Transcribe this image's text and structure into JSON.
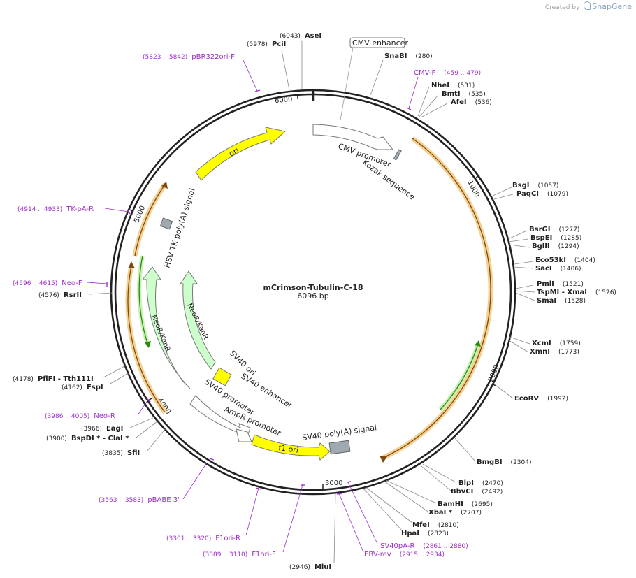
{
  "header": {
    "credit_prefix": "Created by",
    "credit_brand": "SnapGene"
  },
  "plasmid": {
    "name": "mCrimson-Tubulin-C-18",
    "size_label": "6096 bp"
  },
  "ticks": [
    "1000",
    "2000",
    "3000",
    "4000",
    "5000",
    "6000"
  ],
  "sites": [
    {
      "name": "AseI",
      "pos": "6043"
    },
    {
      "name": "PciI",
      "pos": "5978"
    },
    {
      "name": "SnaBI",
      "pos": "280"
    },
    {
      "name": "NheI",
      "pos": "531"
    },
    {
      "name": "BmtI",
      "pos": "535"
    },
    {
      "name": "AfeI",
      "pos": "536"
    },
    {
      "name": "BsgI",
      "pos": "1057"
    },
    {
      "name": "PaqCI",
      "pos": "1079"
    },
    {
      "name": "BsrGI",
      "pos": "1277"
    },
    {
      "name": "BspEI",
      "pos": "1285"
    },
    {
      "name": "BglII",
      "pos": "1294"
    },
    {
      "name": "Eco53kI",
      "pos": "1404"
    },
    {
      "name": "SacI",
      "pos": "1406"
    },
    {
      "name": "PmlI",
      "pos": "1521"
    },
    {
      "name": "TspMI - XmaI",
      "pos": "1526"
    },
    {
      "name": "SmaI",
      "pos": "1528"
    },
    {
      "name": "XcmI",
      "pos": "1759"
    },
    {
      "name": "XmnI",
      "pos": "1773"
    },
    {
      "name": "EcoRV",
      "pos": "1992"
    },
    {
      "name": "BmgBI",
      "pos": "2304"
    },
    {
      "name": "BlpI",
      "pos": "2470"
    },
    {
      "name": "BbvCI",
      "pos": "2492"
    },
    {
      "name": "BamHI",
      "pos": "2695"
    },
    {
      "name": "XbaI *",
      "pos": "2707"
    },
    {
      "name": "MfeI",
      "pos": "2810"
    },
    {
      "name": "HpaI",
      "pos": "2823"
    },
    {
      "name": "MluI",
      "pos": "2946"
    },
    {
      "name": "SfiI",
      "pos": "3835"
    },
    {
      "name": "BspDI * - ClaI *",
      "pos": "3900"
    },
    {
      "name": "EagI",
      "pos": "3966"
    },
    {
      "name": "FspI",
      "pos": "4162"
    },
    {
      "name": "PflFI - Tth111I",
      "pos": "4178"
    },
    {
      "name": "RsrII",
      "pos": "4576"
    }
  ],
  "primers": [
    {
      "name": "pBR322ori-F",
      "range": "5823 .. 5842"
    },
    {
      "name": "CMV-F",
      "range": "459 .. 479"
    },
    {
      "name": "TK-pA-R",
      "range": "4914 .. 4933"
    },
    {
      "name": "Neo-F",
      "range": "4596 .. 4615"
    },
    {
      "name": "Neo-R",
      "range": "3986 .. 4005"
    },
    {
      "name": "pBABE 3'",
      "range": "3563 .. 3583"
    },
    {
      "name": "F1ori-R",
      "range": "3301 .. 3320"
    },
    {
      "name": "F1ori-F",
      "range": "3089 .. 3110"
    },
    {
      "name": "SV40pA-R",
      "range": "2861 .. 2880"
    },
    {
      "name": "EBV-rev",
      "range": "2915 .. 2934"
    }
  ],
  "features": [
    {
      "name": "CMV enhancer"
    },
    {
      "name": "CMV promoter"
    },
    {
      "name": "Kozak sequence"
    },
    {
      "name": "ori"
    },
    {
      "name": "HSV TK poly(A) signal"
    },
    {
      "name": "NeoR/KanR"
    },
    {
      "name": "NeoR/KanR"
    },
    {
      "name": "SV40 ori"
    },
    {
      "name": "SV40 enhancer"
    },
    {
      "name": "SV40 promoter"
    },
    {
      "name": "AmpR promoter"
    },
    {
      "name": "f1 ori"
    },
    {
      "name": "SV40 poly(A) signal"
    }
  ],
  "colors": {
    "backbone": "#222222",
    "primer": "#9b30c8",
    "ori": "#ffff00",
    "neo": "#ccffcc",
    "orf": "#f0c070",
    "green_orf": "#2a8a10",
    "gray_feature": "#a0a8b0"
  }
}
